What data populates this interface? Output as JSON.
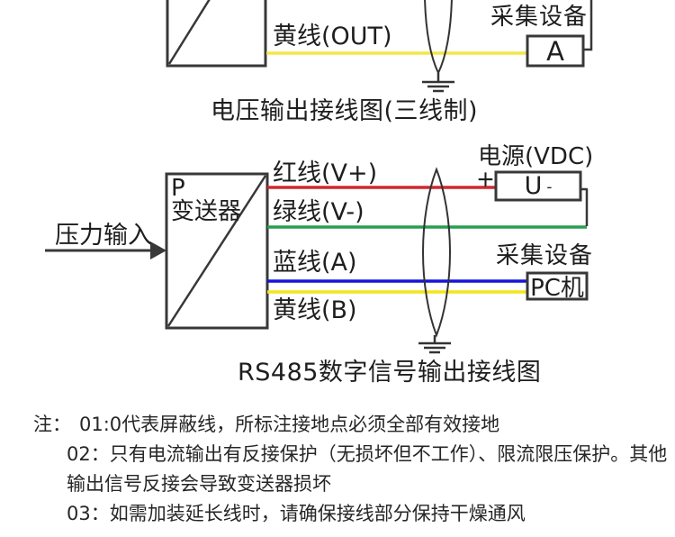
{
  "colors": {
    "wire_red": "#d0282d",
    "wire_green": "#289e50",
    "wire_blue": "#1515d9",
    "wire_yellow": "#f2e51c",
    "wire_yellow_top": "#f3e64a",
    "line_black": "#383838"
  },
  "top_diagram": {
    "wire_label": "黄线(OUT)",
    "device_label": "采集设备",
    "device_box": "A",
    "caption": "电压输出接线图(三线制)"
  },
  "rs485_diagram": {
    "input_label": "压力输入",
    "transmitter": {
      "line1": "P",
      "line2": "变送器"
    },
    "wires": [
      {
        "label": "红线(V+)",
        "color": "red"
      },
      {
        "label": "绿线(V-)",
        "color": "green"
      },
      {
        "label": "蓝线(A)",
        "color": "blue"
      },
      {
        "label": "黄线(B)",
        "color": "yellow"
      }
    ],
    "power_label": "电源(VDC)",
    "power_plus": "+",
    "power_box": {
      "base": "U",
      "sup": "-"
    },
    "device_label": "采集设备",
    "device_box": "PC机",
    "caption": "RS485数字信号输出接线图"
  },
  "notes": {
    "prefix": "注：",
    "items": [
      "01:0代表屏蔽线，所标注接地点必须全部有效接地",
      "02：只有电流输出有反接保护（无损坏但不工作）、限流限压保护。其他",
      "输出信号反接会导致变送器损坏",
      "03：如需加装延长线时，请确保接线部分保持干燥通风"
    ]
  }
}
